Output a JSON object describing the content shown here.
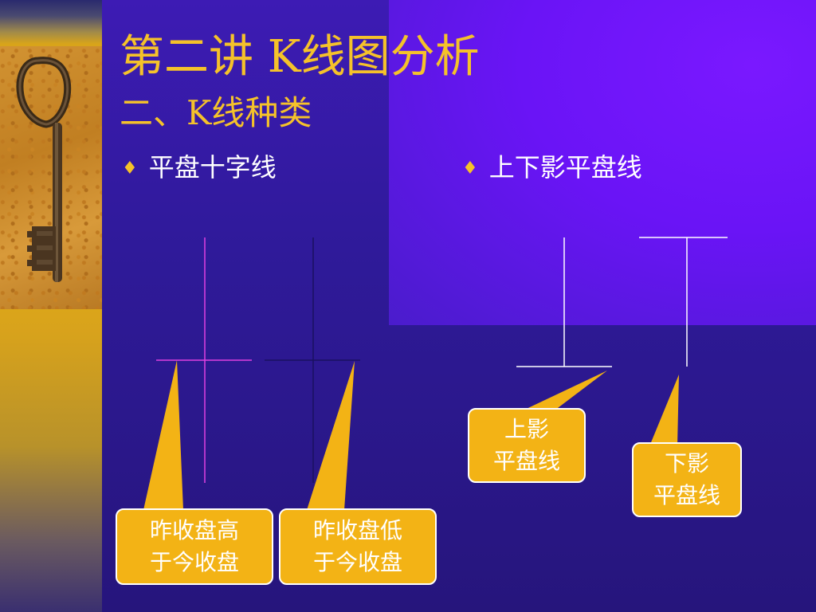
{
  "title": "第二讲  K线图分析",
  "subtitle": "二、K线种类",
  "bullets": [
    {
      "icon": "diamond-bullet",
      "label": "平盘十字线"
    },
    {
      "icon": "diamond-bullet",
      "label": "上下影平盘线"
    }
  ],
  "callouts": [
    {
      "line1": "昨收盘高",
      "line2": "于今收盘"
    },
    {
      "line1": "昨收盘低",
      "line2": "于今收盘"
    },
    {
      "line1": "上影",
      "line2": "平盘线"
    },
    {
      "line1": "下影",
      "line2": "平盘线"
    }
  ],
  "colors": {
    "title": "#f5c22a",
    "callout_fill": "#f3b315",
    "cross_line_pink": "#e040e0",
    "cross_line_dark": "#1a1060",
    "line_white": "#ffffff",
    "background": "#2f1a9a"
  }
}
